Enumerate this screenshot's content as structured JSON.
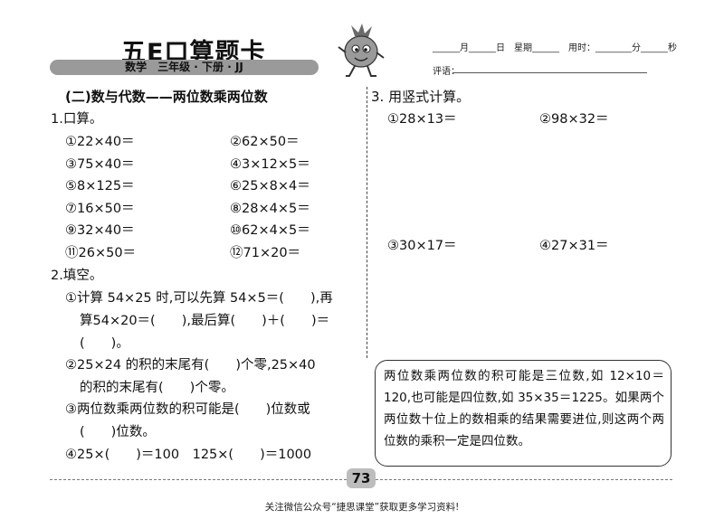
{
  "header": {
    "brand": "五E口算题卡",
    "subtitle": "数学　三年级 · 下册 · JJ",
    "date_line": "______月______日　星期______　用时：________分______秒",
    "comment_label": "评语："
  },
  "section_title": "(二)数与代数——两位数乘两位数",
  "q1": {
    "title": "1.口算。",
    "items": [
      "①22×40＝",
      "②62×50＝",
      "③75×40＝",
      "④3×12×5＝",
      "⑤8×125＝",
      "⑥25×8×4＝",
      "⑦16×50＝",
      "⑧28×4×5＝",
      "⑨32×40＝",
      "⑩62×4×5＝",
      "⑪26×50＝",
      "⑫71×20＝"
    ]
  },
  "q2": {
    "title": "2.填空。",
    "lines": [
      "①计算 54×25 时,可以先算 54×5＝(　　),再",
      "算54×20＝(　　),最后算(　　)＋(　　)＝",
      "(　　)。",
      "②25×24 的积的末尾有(　　)个零,25×40",
      "的积的末尾有(　　)个零。",
      "③两位数乘两位数的积可能是(　　)位数或",
      "(　　)位数。",
      "④25×(　　)＝100　125×(　　)＝1000"
    ]
  },
  "q3": {
    "title": "3. 用竖式计算。",
    "items": [
      "①28×13＝",
      "②98×32＝",
      "③30×17＝",
      "④27×31＝"
    ]
  },
  "tip": "两位数乘两位数的积可能是三位数,如 12×10＝120,也可能是四位数,如 35×35＝1225。如果两个两位数十位上的数相乘的结果需要进位,则这两个两位数的乘积一定是四位数。",
  "page_number": "73",
  "footer": "关注微信公众号“捷思课堂”获取更多学习资料!"
}
